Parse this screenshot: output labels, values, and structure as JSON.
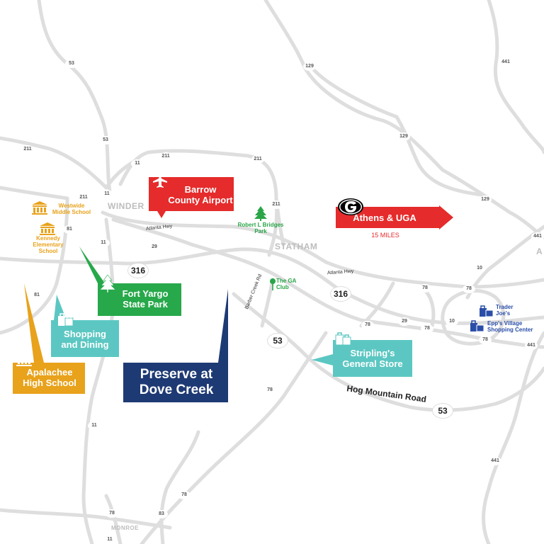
{
  "towns": {
    "winder": "WINDER",
    "statham": "STATHAM",
    "monroe": "MONROE",
    "edge_a": "A"
  },
  "route_shields": {
    "r53_top": "53",
    "r129_top": "129",
    "r441_top": "441",
    "r53_mid": "53",
    "r211_left": "211",
    "r11_top": "11",
    "r211_top": "211",
    "r211_mid": "211",
    "r129_mid": "129",
    "r211_w": "211",
    "r11_w": "11",
    "r81": "81",
    "r211_r": "211",
    "r129_r": "129",
    "r441_r": "441",
    "r11_b": "11",
    "r29": "29",
    "r10_a": "10",
    "r78_a": "78",
    "r78_b": "78",
    "r81_b": "81",
    "r78_c": "78",
    "r29_b": "29",
    "r78_d": "78",
    "r10_b": "10",
    "r78_e": "78",
    "r441_m": "441",
    "r78_f": "78",
    "r11_c": "11",
    "r441_b": "441",
    "r78_g": "78",
    "r78_h": "78",
    "r83": "83",
    "r11_d": "11",
    "r316_a": "316",
    "r316_b": "316",
    "r53_big": "53",
    "r53_big2": "53"
  },
  "road_labels": {
    "atlanta_hwy_1": "Atlanta Hwy",
    "atlanta_hwy_2": "Atlanta Hwy",
    "barber_creek": "Barber Creek Rd",
    "hog_mountain": "Hog Mountain Road"
  },
  "pois": {
    "airport": {
      "line1": "Barrow",
      "line2": "County Airport",
      "color": "#e52b2b"
    },
    "athens": {
      "title": "Athens & UGA",
      "sub": "15 MILES",
      "color": "#e52b2b"
    },
    "robert_bridges": {
      "line1": "Robert L Bridges",
      "line2": "Park",
      "color": "#2aa548"
    },
    "ga_club": {
      "line1": "The GA",
      "line2": "Club",
      "color": "#2aa548"
    },
    "fort_yargo": {
      "line1": "Fort Yargo",
      "line2": "State Park",
      "color": "#27a84a"
    },
    "westwide": {
      "line1": "Westwide",
      "line2": "Middle School",
      "color": "#e8a21b"
    },
    "kennedy": {
      "line1": "Kennedy",
      "line2": "Elementary",
      "line3": "School",
      "color": "#e8a21b"
    },
    "apalachee": {
      "line1": "Apalachee",
      "line2": "High School",
      "color": "#e8a21b"
    },
    "shopping": {
      "line1": "Shopping",
      "line2": "and Dining",
      "color": "#5cc7c2"
    },
    "preserve": {
      "line1": "Preserve at",
      "line2": "Dove Creek",
      "color": "#1e3a74"
    },
    "stripling": {
      "line1": "Stripling's",
      "line2": "General Store",
      "color": "#5cc7c2"
    },
    "trader_joes": {
      "line1": "Trader",
      "line2": "Joe's",
      "color": "#2a4ea8"
    },
    "epps": {
      "line1": "Epp's Village",
      "line2": "Shopping Center",
      "color": "#2a4ea8"
    }
  },
  "colors": {
    "road": "#dcdcdc",
    "road_major": "#cfcfcf",
    "background": "#ffffff"
  }
}
